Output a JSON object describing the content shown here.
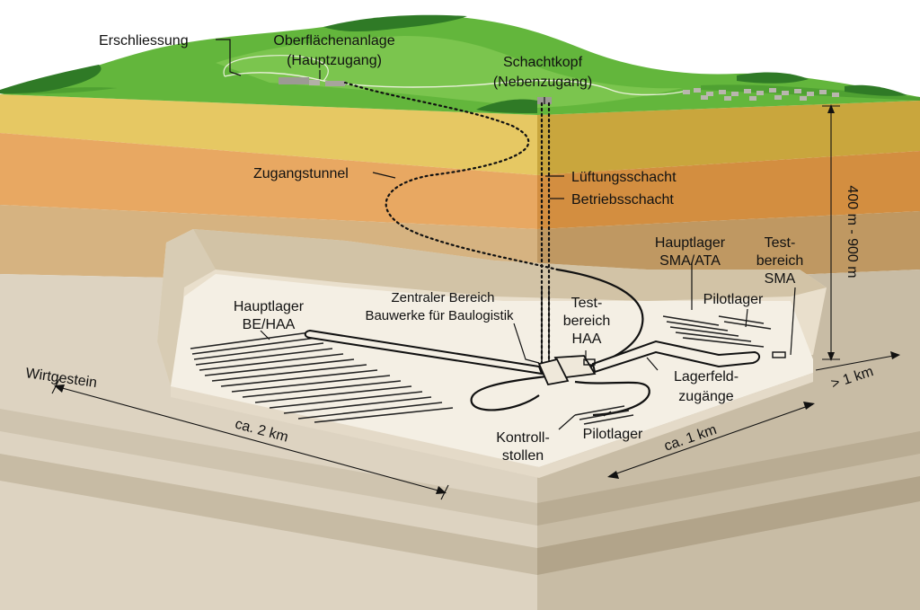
{
  "labels": {
    "erschliessung": "Erschliessung",
    "oberflaechenanlage_1": "Oberflächenanlage",
    "oberflaechenanlage_2": "(Hauptzugang)",
    "schachtkopf_1": "Schachtkopf",
    "schachtkopf_2": "(Nebenzugang)",
    "zugangstunnel": "Zugangstunnel",
    "lueftungsschacht": "Lüftungsschacht",
    "betriebsschacht": "Betriebsschacht",
    "hauptlager_sma_1": "Hauptlager",
    "hauptlager_sma_2": "SMA/ATA",
    "testbereich_sma_1": "Test-",
    "testbereich_sma_2": "bereich",
    "testbereich_sma_3": "SMA",
    "depth": "400 m - 900 m",
    "hauptlager_be_1": "Hauptlager",
    "hauptlager_be_2": "BE/HAA",
    "zentraler_1": "Zentraler Bereich",
    "zentraler_2": "Bauwerke für Baulogistik",
    "testbereich_haa_1": "Test-",
    "testbereich_haa_2": "bereich",
    "testbereich_haa_3": "HAA",
    "pilotlager_top": "Pilotlager",
    "wirtgestein": "Wirtgestein",
    "lagerfeld_1": "Lagerfeld-",
    "lagerfeld_2": "zugänge",
    "gt_1km": "> 1 km",
    "kontroll_1": "Kontroll-",
    "kontroll_2": "stollen",
    "pilotlager_bottom": "Pilotlager",
    "ca_1km": "ca. 1 km",
    "ca_2km": "ca. 2 km"
  },
  "colors": {
    "grass": "#5fb43a",
    "grass_dark": "#3c8a28",
    "forest": "#2f7a26",
    "layer_yellow": "#e3c45e",
    "layer_yellow_side": "#c9a23d",
    "layer_orange": "#e6a45c",
    "layer_orange_side": "#cf8a3e",
    "layer_tan": "#d2ad78",
    "layer_tan_side": "#b89060",
    "host_rock_top": "#efe7d8",
    "host_rock": "#d9cfbd",
    "host_rock_band": "#cbbfa9",
    "host_rock_side": "#c2b59e"
  }
}
